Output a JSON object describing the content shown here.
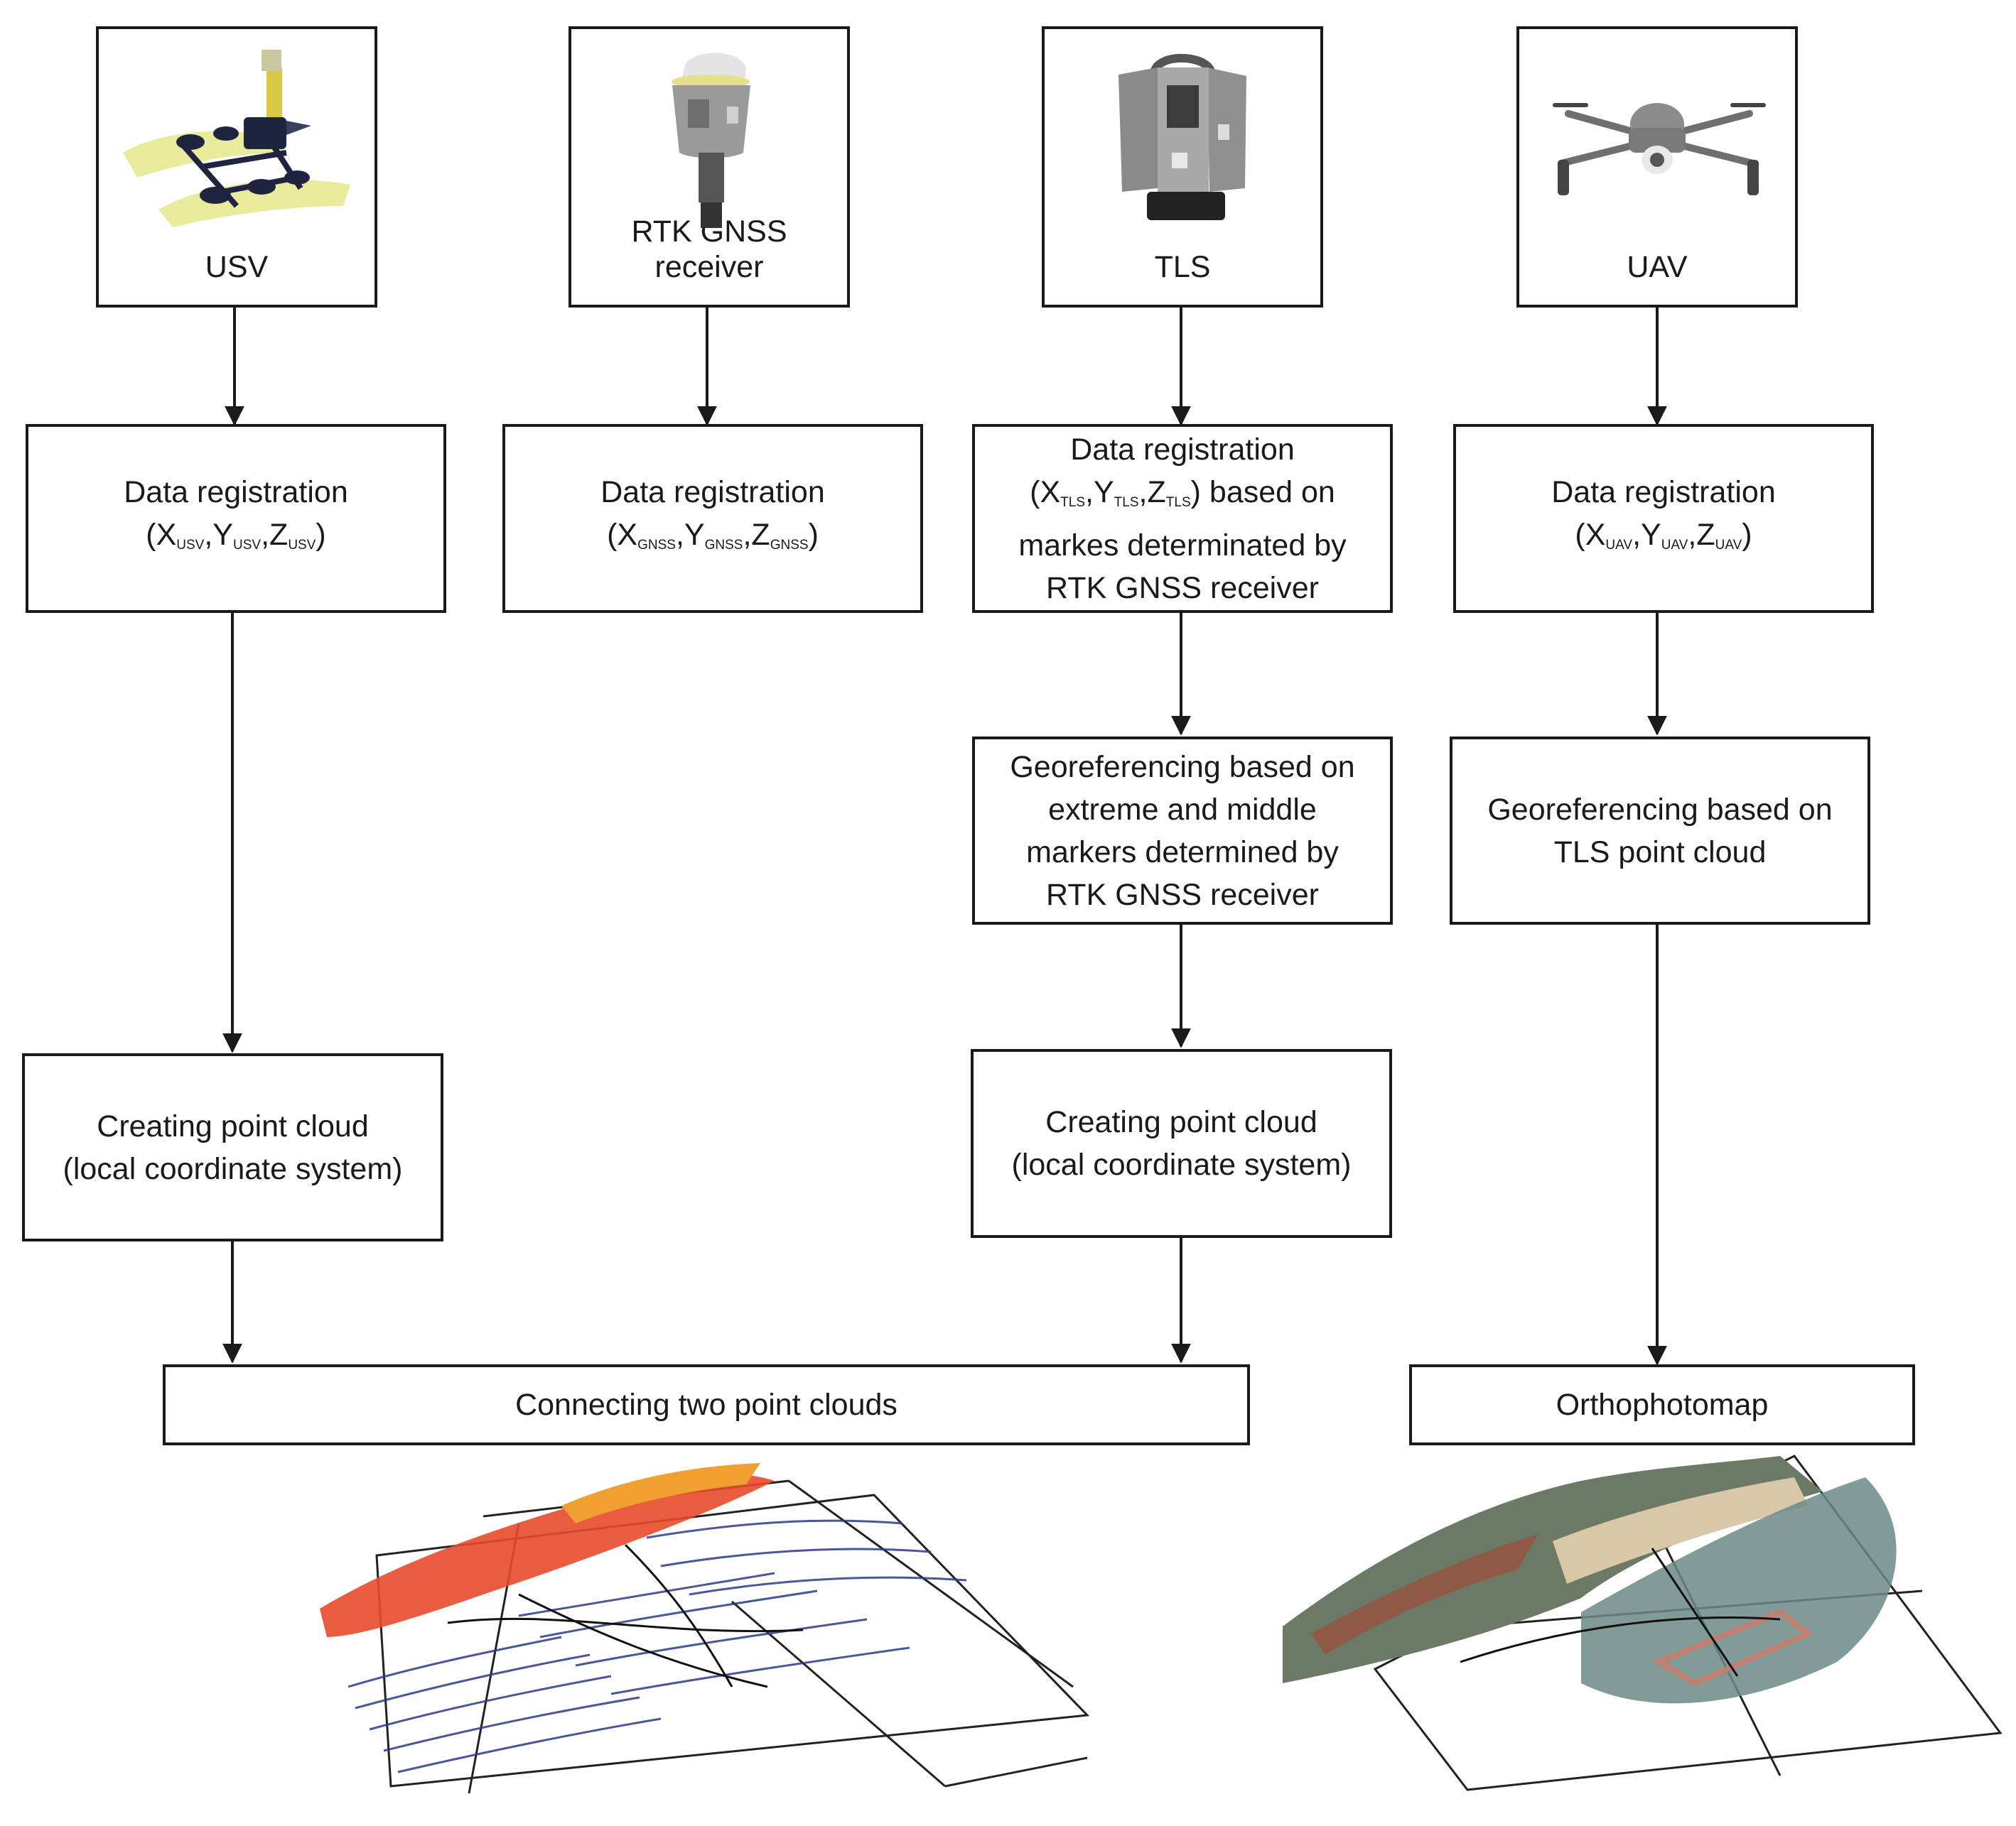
{
  "devices": {
    "usv": {
      "label": "USV"
    },
    "rtk": {
      "label_line1": "RTK GNSS",
      "label_line2": "receiver"
    },
    "tls": {
      "label": "TLS"
    },
    "uav": {
      "label": "UAV"
    }
  },
  "registration": {
    "usv": {
      "title": "Data registration",
      "X": "X",
      "Y": "Y",
      "Z": "Z",
      "sub": "USV"
    },
    "gnss": {
      "title": "Data registration",
      "X": "X",
      "Y": "Y",
      "Z": "Z",
      "sub": "GNSS"
    },
    "tls": {
      "title": "Data registration",
      "X": "X",
      "Y": "Y",
      "Z": "Z",
      "sub": "TLS",
      "suffix": "based on",
      "line3": "markes determinated by",
      "line4": "RTK GNSS receiver"
    },
    "uav": {
      "title": "Data registration",
      "X": "X",
      "Y": "Y",
      "Z": "Z",
      "sub": "UAV"
    }
  },
  "georef_tls": {
    "line1": "Georeferencing based on",
    "line2": "extreme and middle",
    "line3": "markers determined by",
    "line4": "RTK GNSS receiver"
  },
  "georef_uav": {
    "line1": "Georeferencing based on",
    "line2": "TLS point cloud"
  },
  "cloud_usv": {
    "line1": "Creating point cloud",
    "line2": "(local coordinate system)"
  },
  "cloud_tls": {
    "line1": "Creating point cloud",
    "line2": "(local coordinate system)"
  },
  "connect": {
    "label": "Connecting two point clouds"
  },
  "ortho": {
    "label": "Orthophotomap"
  },
  "punct": {
    "open": "(",
    "comma": ",",
    "close": ")"
  }
}
